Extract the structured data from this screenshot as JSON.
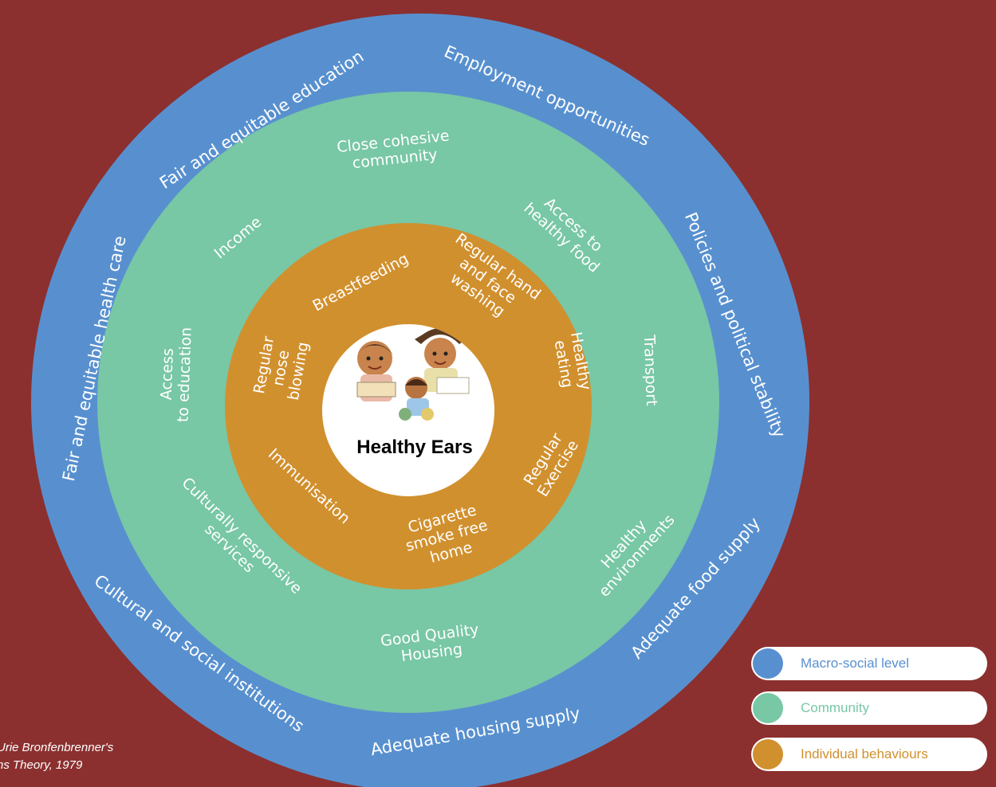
{
  "colors": {
    "background": "#8b302f",
    "macro": "#5890cf",
    "community": "#78c7a5",
    "individual": "#d1902e",
    "center": "#ffffff"
  },
  "center": {
    "title": "Healthy Ears",
    "image": "children-illustration"
  },
  "rings": {
    "macro": [
      "Fair and equitable education",
      "Employment opportunities",
      "Policies and political stability",
      "Adequate food supply",
      "Adequate housing supply",
      "Cultural and social institutions",
      "Fair and equitable health care"
    ],
    "community": [
      [
        "Close cohesive",
        "community"
      ],
      [
        "Access to",
        "healthy food"
      ],
      [
        "Transport"
      ],
      [
        "Healthy",
        "environments"
      ],
      [
        "Good Quality",
        "Housing"
      ],
      [
        "Culturally responsive",
        "services"
      ],
      [
        "Access",
        "to education"
      ],
      [
        "Income"
      ]
    ],
    "individual": [
      [
        "Breastfeeding"
      ],
      [
        "Regular hand",
        "and face",
        "washing"
      ],
      [
        "Healthy",
        "eating"
      ],
      [
        "Regular",
        "Exercise"
      ],
      [
        "Cigarette",
        "smoke free",
        "home"
      ],
      [
        "Immunisation"
      ],
      [
        "Regular",
        "nose",
        "blowing"
      ]
    ]
  },
  "legend": [
    {
      "label": "Macro-social level",
      "color": "#5890cf"
    },
    {
      "label": "Community",
      "color": "#78c7a5"
    },
    {
      "label": "Individual behaviours",
      "color": "#d1902e"
    }
  ],
  "caption": {
    "line1": "Urie Bronfenbrenner's",
    "line2": "ns Theory, 1979"
  }
}
